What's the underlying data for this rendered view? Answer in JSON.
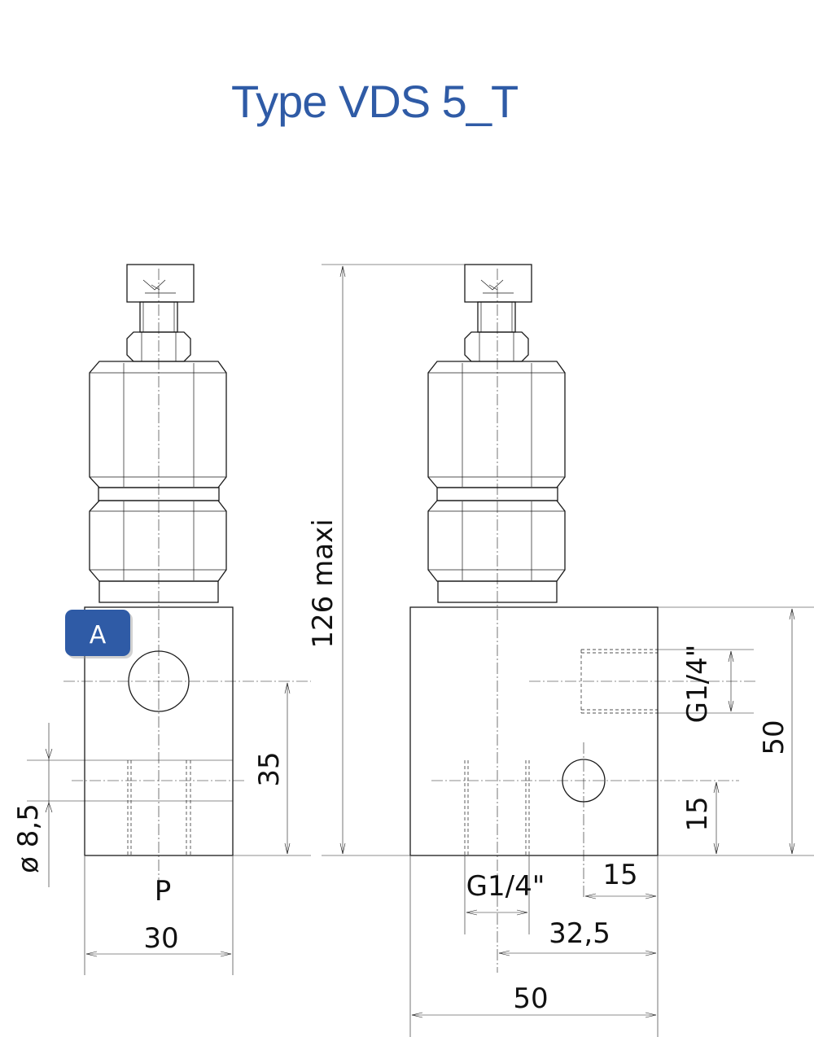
{
  "title": "Type VDS 5_T",
  "badge": {
    "label": "A",
    "color": "#2f5ba6"
  },
  "port_label": "P",
  "dimensions": {
    "height_max": "126 maxi",
    "width_front": "30",
    "port_center": "35",
    "hole_diameter": "ø 8,5",
    "width_side": "50",
    "height_side": "50",
    "top_port": "G1/4\"",
    "bottom_port": "G1/4\"",
    "bottom_port_offset": "15",
    "hole_height": "15",
    "port_position": "32,5"
  },
  "colors": {
    "title": "#2f5ba6",
    "lines": "#1a1a1a"
  }
}
